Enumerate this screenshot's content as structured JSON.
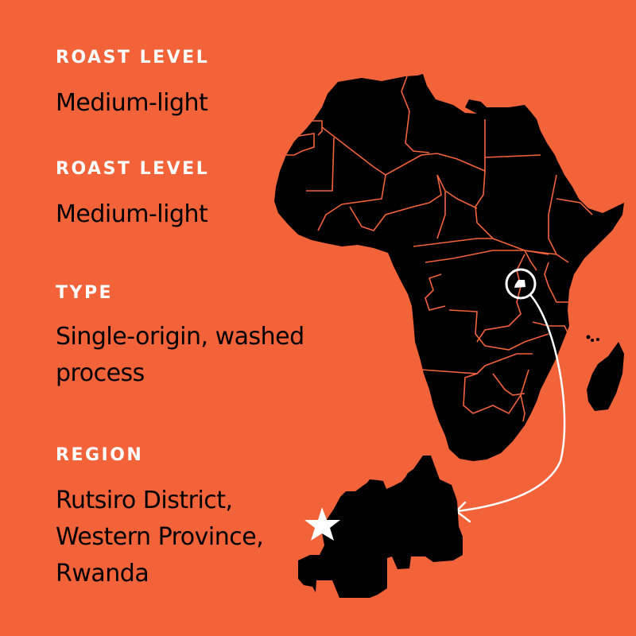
{
  "theme": {
    "background": "#f2633a",
    "label_color": "#ffffff",
    "value_color": "#000000",
    "map_fill": "#000000",
    "border_color": "#f2633a",
    "highlight_color": "#ffffff"
  },
  "sections": [
    {
      "label": "ROAST LEVEL",
      "value": "Medium-light"
    },
    {
      "label": "ROAST LEVEL",
      "value": "Medium-light"
    },
    {
      "label": "TYPE",
      "value_line1": "Single-origin, washed",
      "value_line2": "process"
    },
    {
      "label": "REGION",
      "value_line1": "Rutsiro District,",
      "value_line2": "Western Province,",
      "value_line3": "Rwanda"
    }
  ],
  "map": {
    "continent": "Africa",
    "highlighted_country": "Rwanda",
    "marker_icon": "star-icon",
    "callout_icon": "circle-highlight-icon",
    "connector_icon": "curved-arrow-icon"
  }
}
